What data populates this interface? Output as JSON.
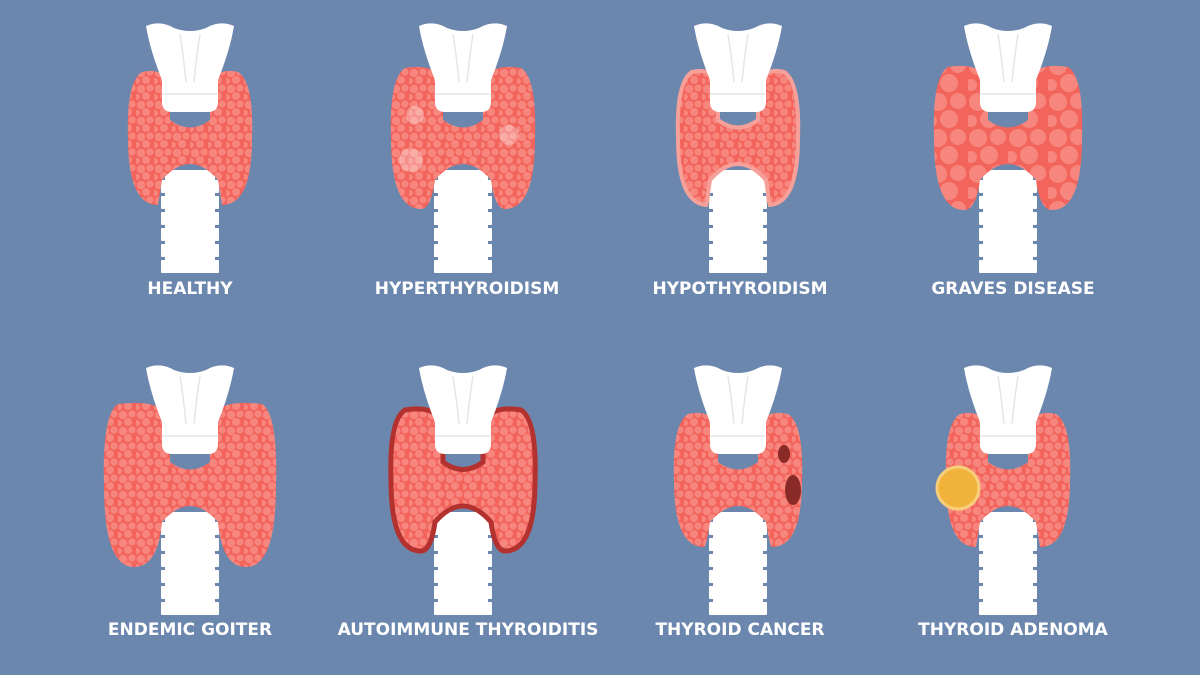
{
  "colors": {
    "background": "#6c87ae",
    "thyroid": "#f2645c",
    "thyroid_cells": "#f7877e",
    "cartilage": "#ffffff",
    "hypo_border": "#f6a09a",
    "autoimmune_border": "#b3322f",
    "tumor": "#8a2a26",
    "adenoma": "#f2b33d"
  },
  "conditions": [
    {
      "label": "HEALTHY",
      "variant": "healthy",
      "icon": "healthy-thyroid-icon"
    },
    {
      "label": "HYPERTHYROIDISM",
      "variant": "hyper",
      "icon": "hyperthyroid-thyroid-icon"
    },
    {
      "label": "HYPOTHYROIDISM",
      "variant": "hypo",
      "icon": "hypothyroid-thyroid-icon"
    },
    {
      "label": "GRAVES DISEASE",
      "variant": "graves",
      "icon": "graves-thyroid-icon"
    },
    {
      "label": "ENDEMIC GOITER",
      "variant": "goiter",
      "icon": "goiter-thyroid-icon"
    },
    {
      "label": "AUTOIMMUNE THYROIDITIS",
      "variant": "autoimmune",
      "icon": "thyroiditis-thyroid-icon"
    },
    {
      "label": "THYROID CANCER",
      "variant": "cancer",
      "icon": "cancer-thyroid-icon"
    },
    {
      "label": "THYROID ADENOMA",
      "variant": "adenoma",
      "icon": "adenoma-thyroid-icon"
    }
  ]
}
